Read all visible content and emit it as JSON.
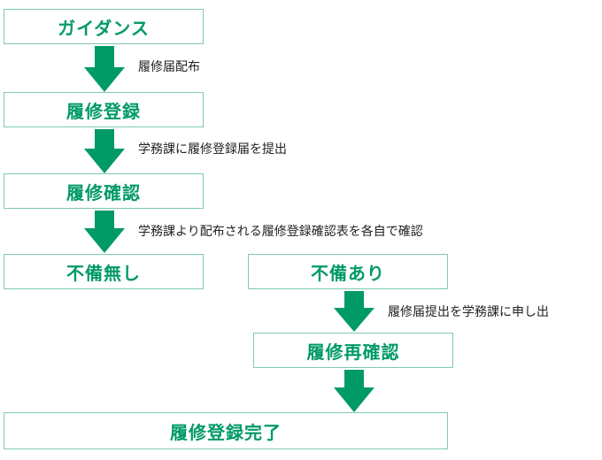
{
  "steps": {
    "guidance": "ガイダンス",
    "registration": "履修登録",
    "confirmation": "履修確認",
    "no_issues": "不備無し",
    "has_issues": "不備あり",
    "reconfirmation": "履修再確認",
    "completed": "履修登録完了"
  },
  "notes": {
    "distribute_form": "履修届配布",
    "submit_form": "学務課に履修登録届を提出",
    "self_check": "学務課より配布される履修登録確認表を各自で確認",
    "resubmit": "履修届提出を学務課に申し出"
  },
  "colors": {
    "accent": "#009a66",
    "border": "#7fcba8"
  }
}
